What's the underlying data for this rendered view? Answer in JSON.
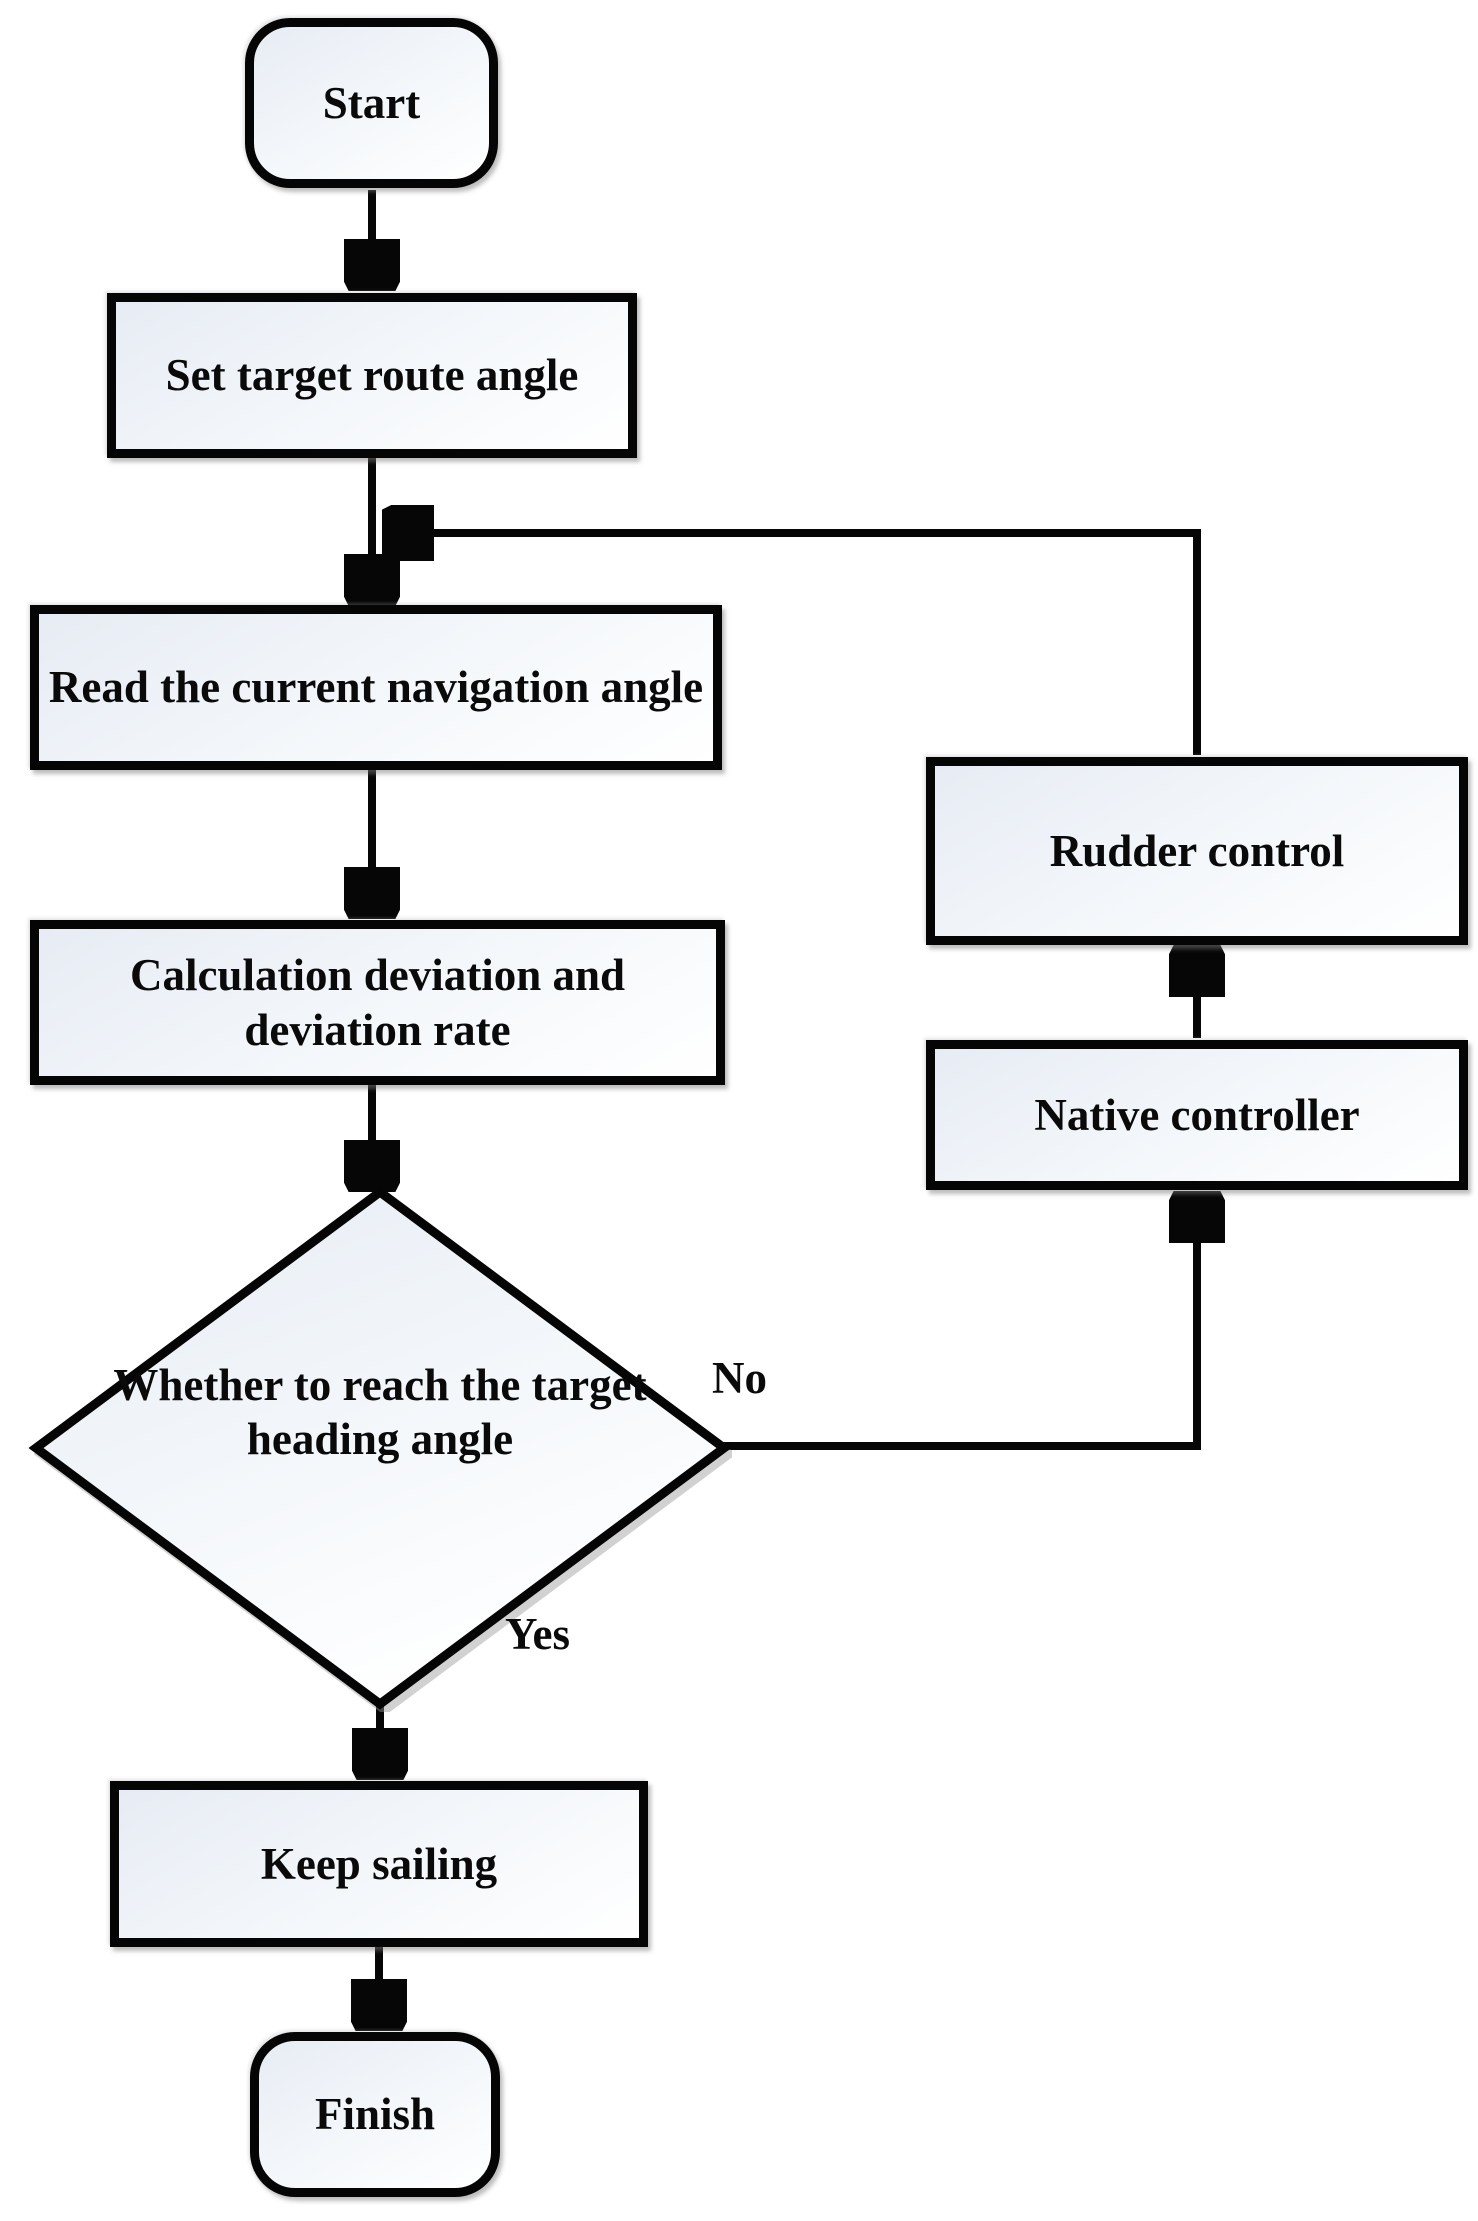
{
  "diagram": {
    "nodes": {
      "start": {
        "label": "Start",
        "shape": "terminator"
      },
      "set_target": {
        "label": "Set target route angle",
        "shape": "process"
      },
      "read_nav": {
        "label": "Read the current navigation angle",
        "shape": "process"
      },
      "calc_dev": {
        "label": "Calculation deviation and deviation rate",
        "shape": "process"
      },
      "decision": {
        "label": "Whether to reach the target heading angle",
        "shape": "decision"
      },
      "keep_sailing": {
        "label": "Keep sailing",
        "shape": "process"
      },
      "finish": {
        "label": "Finish",
        "shape": "terminator"
      },
      "native_controller": {
        "label": "Native controller",
        "shape": "process"
      },
      "rudder_control": {
        "label": "Rudder control",
        "shape": "process"
      }
    },
    "edge_labels": {
      "yes": "Yes",
      "no": "No"
    },
    "colors": {
      "stroke": "#060606",
      "node_fill_top": "#e7ecf4",
      "node_fill_bottom": "#ffffff",
      "shadow": "#7d7d7d",
      "background": "#ffffff"
    }
  }
}
